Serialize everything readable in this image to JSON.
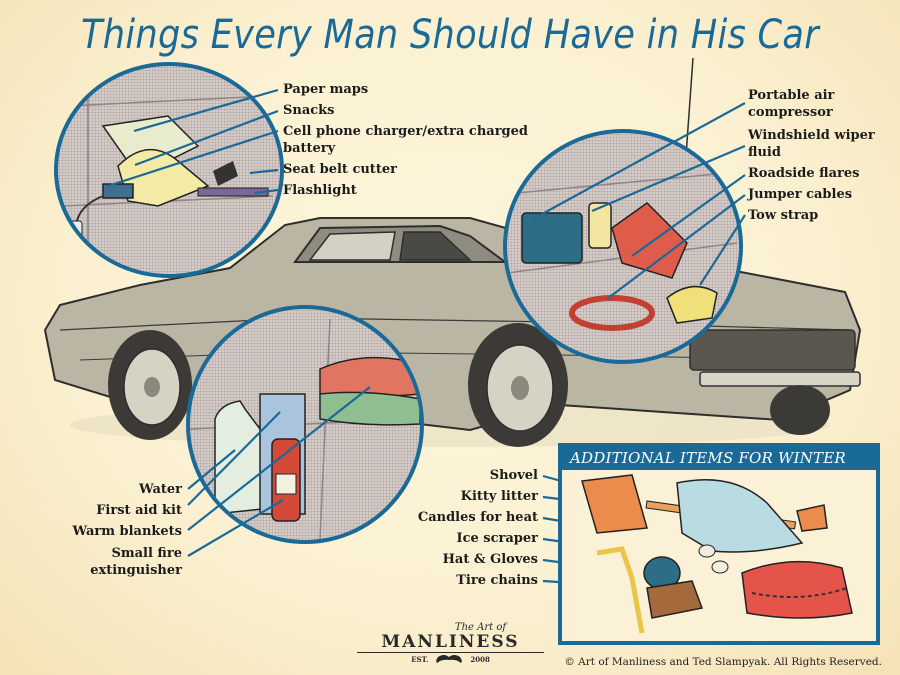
{
  "title": "Things Every Man Should Have in His Car",
  "colors": {
    "accent_blue": "#1a6a97",
    "background": "#fbf1d6",
    "car_body": "#b9b5a3",
    "label_text": "#1c1c1c"
  },
  "glovebox_callouts": {
    "labels": [
      "Paper maps",
      "Snacks",
      "Cell phone charger/extra charged battery",
      "Seat belt cutter",
      "Flashlight"
    ]
  },
  "trunk_callouts": {
    "labels": [
      "Portable air compressor",
      "Windshield wiper fluid",
      "Roadside flares",
      "Jumper cables",
      "Tow strap"
    ]
  },
  "backseat_callouts": {
    "labels": [
      "Water",
      "First aid kit",
      "Warm blankets",
      "Small fire extinguisher"
    ]
  },
  "winter_box": {
    "heading": "ADDITIONAL ITEMS FOR WINTER",
    "labels": [
      "Shovel",
      "Kitty litter",
      "Candles for heat",
      "Ice scraper",
      "Hat & Gloves",
      "Tire chains"
    ]
  },
  "logo": {
    "tagline": "The Art of",
    "name": "MANLINESS",
    "est_left": "EST.",
    "est_right": "2008"
  },
  "copyright": "© Art of Manliness and Ted Slampyak. All Rights Reserved."
}
